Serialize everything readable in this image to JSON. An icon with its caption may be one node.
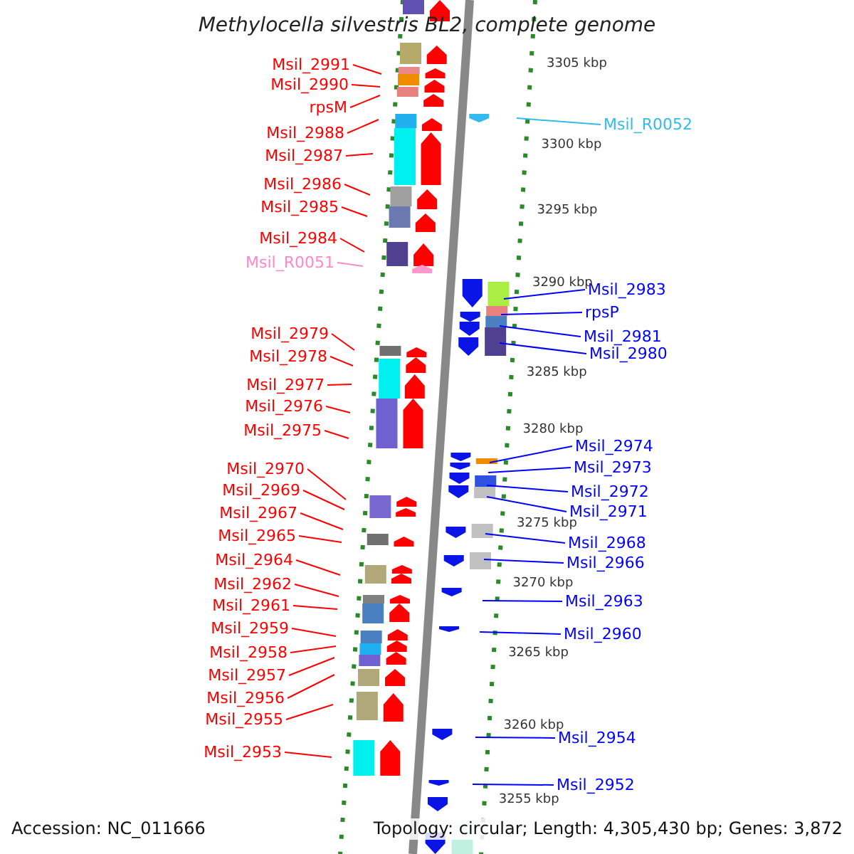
{
  "diagram": {
    "title": "Methylocella silvestris BL2, complete genome",
    "nodes": [
      {
        "text": [
          "Msil_2991"
        ]
      },
      {
        "text": [
          "Msil_2990"
        ]
      },
      {
        "text": [
          "rpsM"
        ]
      },
      {
        "text": [
          "Msil_2988"
        ]
      },
      {
        "text": [
          "Msil_2987"
        ]
      },
      {
        "text": [
          "Msil_2986"
        ]
      },
      {
        "text": [
          "Msil_2985"
        ]
      },
      {
        "text": [
          "Msil_2984"
        ]
      },
      {
        "text": [
          "Msil_R0051"
        ]
      },
      {
        "text": [
          "Msil_2979"
        ]
      },
      {
        "text": [
          "Msil_2978"
        ]
      },
      {
        "text": [
          "Msil_2977"
        ]
      },
      {
        "text": [
          "Msil_2976"
        ]
      },
      {
        "text": [
          "Msil_2975"
        ]
      },
      {
        "text": [
          "Msil_2970"
        ]
      },
      {
        "text": [
          "Msil_2969"
        ]
      },
      {
        "text": [
          "Msil_2967"
        ]
      },
      {
        "text": [
          "Msil_2965"
        ]
      },
      {
        "text": [
          "Msil_2964"
        ]
      },
      {
        "text": [
          "Msil_2962"
        ]
      },
      {
        "text": [
          "Msil_2961"
        ]
      },
      {
        "text": [
          "Msil_2959"
        ]
      },
      {
        "text": [
          "Msil_2958"
        ]
      },
      {
        "text": [
          "Msil_2957"
        ]
      },
      {
        "text": [
          "Msil_2956"
        ]
      },
      {
        "text": [
          "Msil_2955"
        ]
      },
      {
        "text": [
          "Msil_2953"
        ]
      },
      {
        "text": [
          "Msil_R0052"
        ]
      },
      {
        "text": [
          "Msil_2983"
        ]
      },
      {
        "text": [
          "rpsP"
        ]
      },
      {
        "text": [
          "Msil_2981"
        ]
      },
      {
        "text": [
          "Msil_2980"
        ]
      },
      {
        "text": [
          "Msil_2974"
        ]
      },
      {
        "text": [
          "Msil_2973"
        ]
      },
      {
        "text": [
          "Msil_2972"
        ]
      },
      {
        "text": [
          "Msil_2971"
        ]
      },
      {
        "text": [
          "Msil_2968"
        ]
      },
      {
        "text": [
          "Msil_2966"
        ]
      },
      {
        "text": [
          "Msil_2963"
        ]
      },
      {
        "text": [
          "Msil_2960"
        ]
      },
      {
        "text": [
          "Msil_2954"
        ]
      },
      {
        "text": [
          "Msil_2952"
        ]
      }
    ],
    "edges": [
      {
        "from": 0,
        "to": null,
        "arrow": "none"
      },
      {
        "from": 1,
        "to": null,
        "arrow": "none"
      },
      {
        "from": 2,
        "to": null,
        "arrow": "none"
      },
      {
        "from": 3,
        "to": null,
        "arrow": "none"
      },
      {
        "from": 4,
        "to": null,
        "arrow": "none"
      },
      {
        "from": 5,
        "to": null,
        "arrow": "none"
      },
      {
        "from": 6,
        "to": null,
        "arrow": "none"
      },
      {
        "from": 7,
        "to": null,
        "arrow": "none"
      },
      {
        "from": 8,
        "to": null,
        "arrow": "none",
        "color": "#ff88cc"
      },
      {
        "from": 9,
        "to": null,
        "arrow": "none"
      },
      {
        "from": 10,
        "to": null,
        "arrow": "none"
      },
      {
        "from": 11,
        "to": null,
        "arrow": "none"
      },
      {
        "from": 12,
        "to": null,
        "arrow": "none"
      },
      {
        "from": 13,
        "to": null,
        "arrow": "none"
      },
      {
        "from": 14,
        "to": null,
        "arrow": "none"
      },
      {
        "from": 15,
        "to": null,
        "arrow": "none"
      },
      {
        "from": 16,
        "to": null,
        "arrow": "none"
      },
      {
        "from": 17,
        "to": null,
        "arrow": "none"
      },
      {
        "from": 18,
        "to": null,
        "arrow": "none"
      },
      {
        "from": 19,
        "to": null,
        "arrow": "none"
      },
      {
        "from": 20,
        "to": null,
        "arrow": "none"
      },
      {
        "from": 21,
        "to": null,
        "arrow": "none"
      },
      {
        "from": 22,
        "to": null,
        "arrow": "none"
      },
      {
        "from": 23,
        "to": null,
        "arrow": "none"
      },
      {
        "from": 24,
        "to": null,
        "arrow": "none"
      },
      {
        "from": 25,
        "to": null,
        "arrow": "none"
      },
      {
        "from": 26,
        "to": null,
        "arrow": "none"
      },
      {
        "from": 27,
        "to": null,
        "arrow": "none",
        "color": "#33bbee"
      },
      {
        "from": 28,
        "to": null,
        "arrow": "none",
        "color": "#0000ff"
      },
      {
        "from": 29,
        "to": null,
        "arrow": "none",
        "color": "#0000ff"
      },
      {
        "from": 30,
        "to": null,
        "arrow": "none",
        "color": "#0000ff"
      },
      {
        "from": 31,
        "to": null,
        "arrow": "none",
        "color": "#0000ff"
      },
      {
        "from": 32,
        "to": null,
        "arrow": "none",
        "color": "#0000ff"
      },
      {
        "from": 33,
        "to": null,
        "arrow": "none",
        "color": "#0000ff"
      },
      {
        "from": 34,
        "to": null,
        "arrow": "none",
        "color": "#0000ff"
      },
      {
        "from": 35,
        "to": null,
        "arrow": "none",
        "color": "#0000ff"
      },
      {
        "from": 36,
        "to": null,
        "arrow": "none",
        "color": "#0000ff"
      },
      {
        "from": 37,
        "to": null,
        "arrow": "none",
        "color": "#0000ff"
      },
      {
        "from": 38,
        "to": null,
        "arrow": "none",
        "color": "#0000ff"
      },
      {
        "from": 39,
        "to": null,
        "arrow": "none",
        "color": "#0000ff"
      },
      {
        "from": 40,
        "to": null,
        "arrow": "none",
        "color": "#0000ff"
      },
      {
        "from": 41,
        "to": null,
        "arrow": "none",
        "color": "#0000ff"
      }
    ],
    "labels": [
      "3305 kbp",
      "3300 kbp",
      "3295 kbp",
      "3290 kbp",
      "3285 kbp",
      "3280 kbp",
      "3275 kbp",
      "3270 kbp",
      "3265 kbp",
      "3260 kbp",
      "3255 kbp",
      "Accession: NC_011666",
      "Topology: circular; Length: 4,305,430 bp; Genes: 3,872"
    ]
  }
}
